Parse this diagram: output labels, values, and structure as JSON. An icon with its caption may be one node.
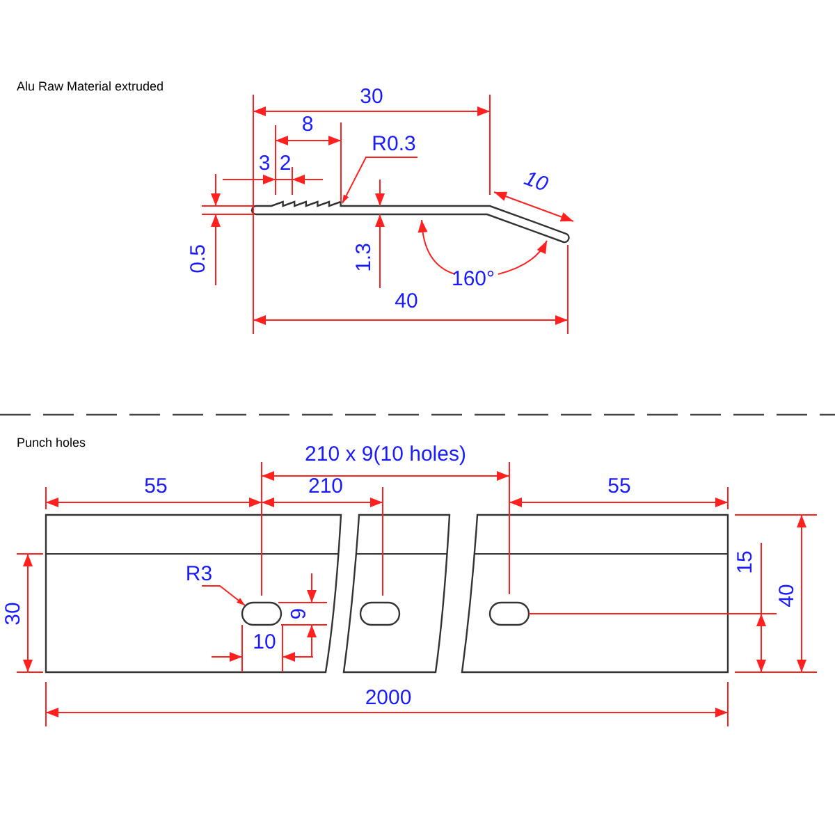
{
  "diagram": {
    "nodes": [
      {
        "text": [
          "R0.3"
        ]
      },
      {
        "text": [],
        "shape": "picture"
      },
      {
        "text": [
          "R3"
        ],
        "in": 3
      },
      {
        "text": [],
        "shape": "picture"
      }
    ],
    "edges": [
      {
        "from": 0,
        "to": 1,
        "arrow": "to"
      },
      {
        "from": 2,
        "to": 3,
        "arrow": "to"
      }
    ],
    "labels": [
      "Alu Raw Material extruded",
      "30",
      "8",
      "3",
      "2",
      "0.5",
      "1.3",
      "10",
      "160°",
      "40",
      "Punch holes",
      "210 x 9(10 holes)",
      "55",
      "210",
      "55",
      "30",
      "6",
      "10",
      "15",
      "40",
      "2000"
    ]
  }
}
